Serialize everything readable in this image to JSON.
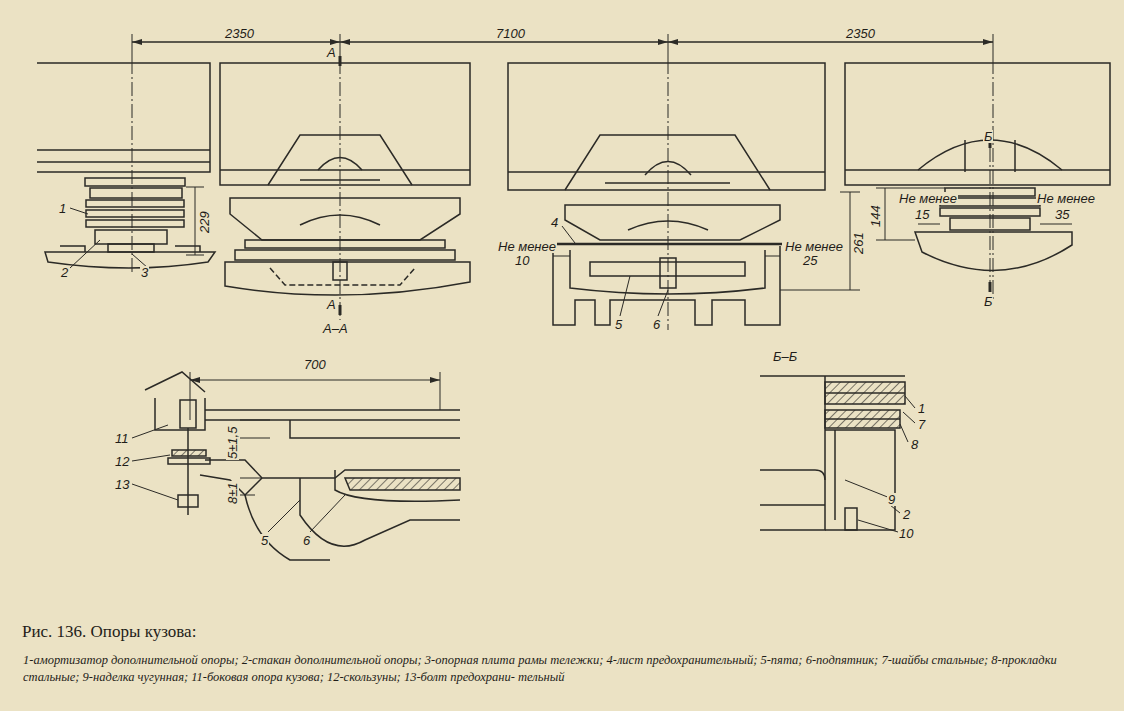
{
  "diagram": {
    "caption": "Рис. 136. Опоры кузова:",
    "labels": [
      "2350",
      "7100",
      "2350",
      "А",
      "1",
      "2",
      "3",
      "229",
      "А",
      "А–А",
      "4",
      "Не менее",
      "10",
      "Не менее",
      "25",
      "5",
      "6",
      "261",
      "144",
      "Не менее",
      "15",
      "Не менее",
      "35",
      "Б",
      "Б",
      "700",
      "11",
      "12",
      "13",
      "5±1,5",
      "8±1",
      "5",
      "6",
      "Б–Б",
      "1",
      "7",
      "8",
      "9",
      "2",
      "10",
      "1-амортизатор дополнительной опоры; 2-стакан дополнительной опоры; 3-опорная плита рамы тележки; 4-лист предохранительный; 5-пята; 6-подпятник; 7-шайбы стальные; 8-прокладки стальные; 9-наделка чугунная; 11-боковая опора кузова; 12-скользуны; 13-болт предохрани- тельный"
    ]
  }
}
